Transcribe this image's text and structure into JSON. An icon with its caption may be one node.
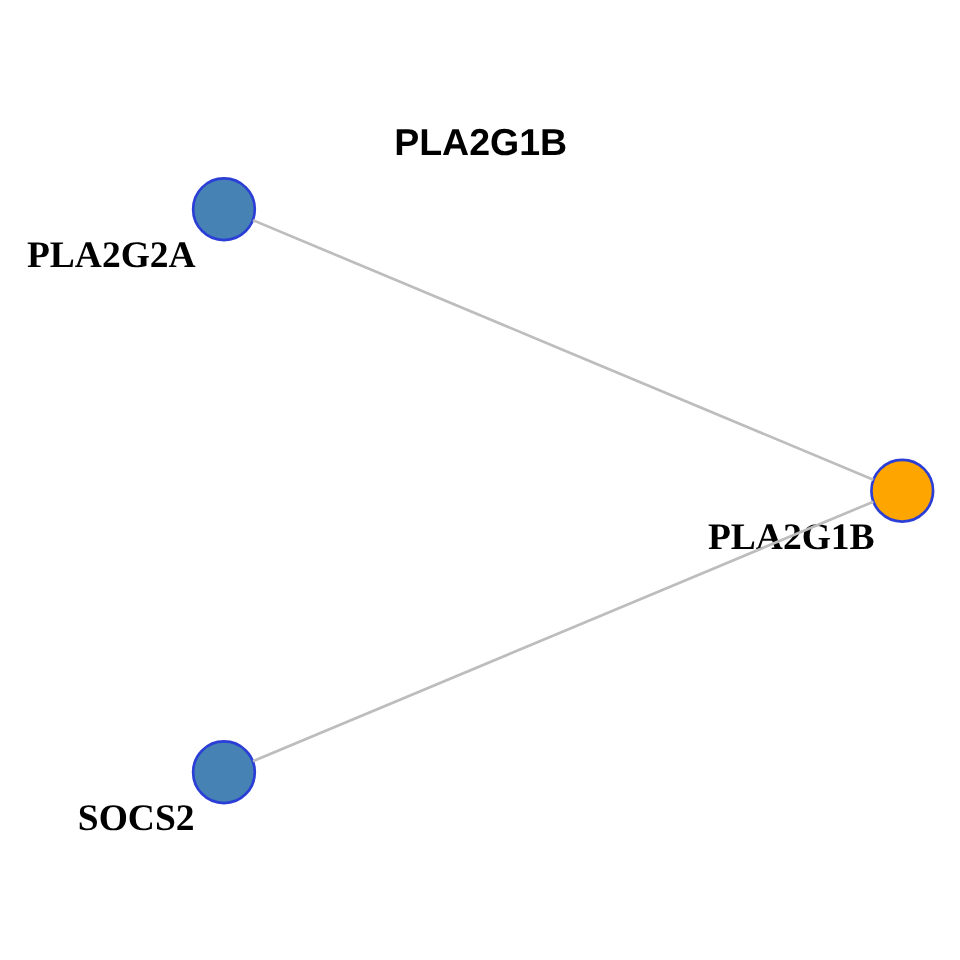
{
  "diagram": {
    "title": "PLA2G1B",
    "nodes": [
      {
        "text": [
          "PLA2G2A"
        ]
      },
      {
        "text": [
          "PLA2G1B"
        ]
      },
      {
        "text": [
          "SOCS2"
        ]
      }
    ],
    "edges": [
      {
        "from": 0,
        "to": 1,
        "arrow": "none"
      },
      {
        "from": 2,
        "to": 1,
        "arrow": "none"
      }
    ]
  }
}
